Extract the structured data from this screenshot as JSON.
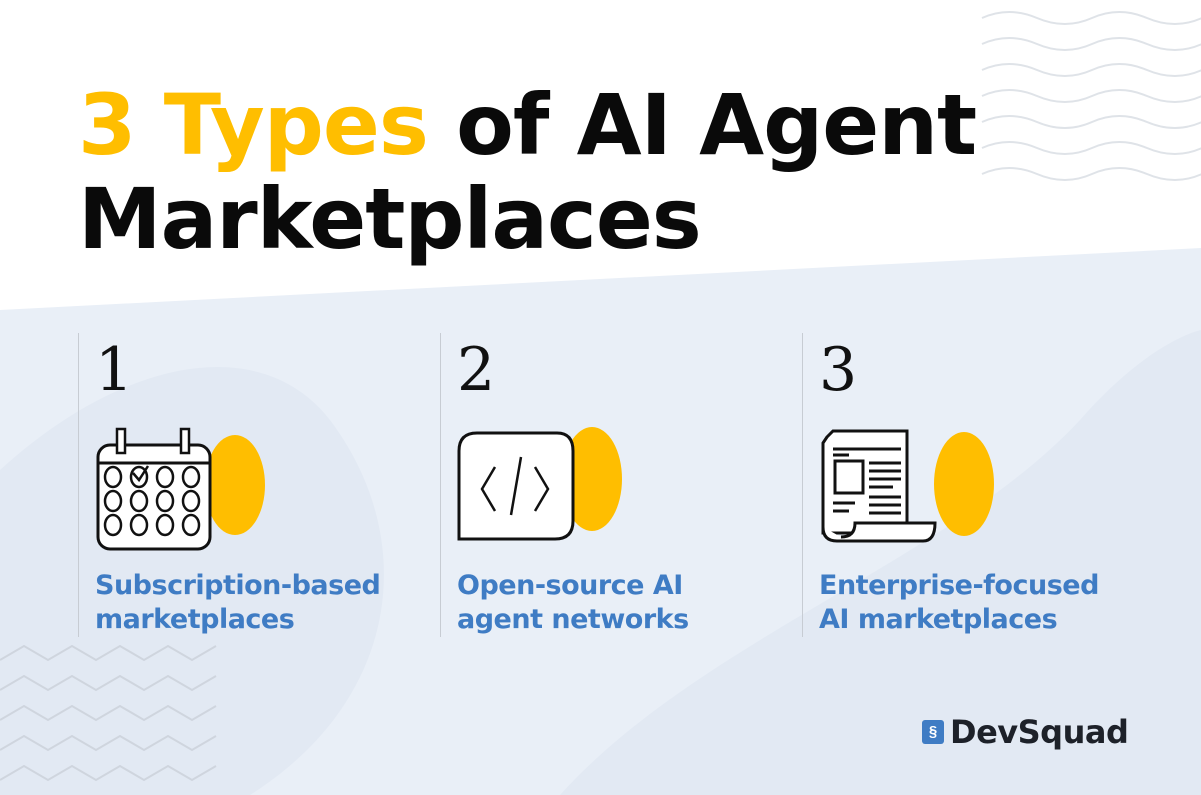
{
  "title": {
    "highlight": "3 Types",
    "rest_line1": " of AI Agent",
    "line2": "Marketplaces"
  },
  "items": [
    {
      "number": "1",
      "label_line1": "Subscription-based",
      "label_line2": "marketplaces",
      "icon": "calendar-icon"
    },
    {
      "number": "2",
      "label_line1": "Open-source AI",
      "label_line2": "agent networks",
      "icon": "code-icon"
    },
    {
      "number": "3",
      "label_line1": "Enterprise-focused",
      "label_line2": "AI marketplaces",
      "icon": "newspaper-icon"
    }
  ],
  "brand": {
    "name": "DevSquad"
  },
  "colors": {
    "accent": "#FFBE00",
    "label": "#3F7CC4",
    "background": "#E9EFF7"
  }
}
